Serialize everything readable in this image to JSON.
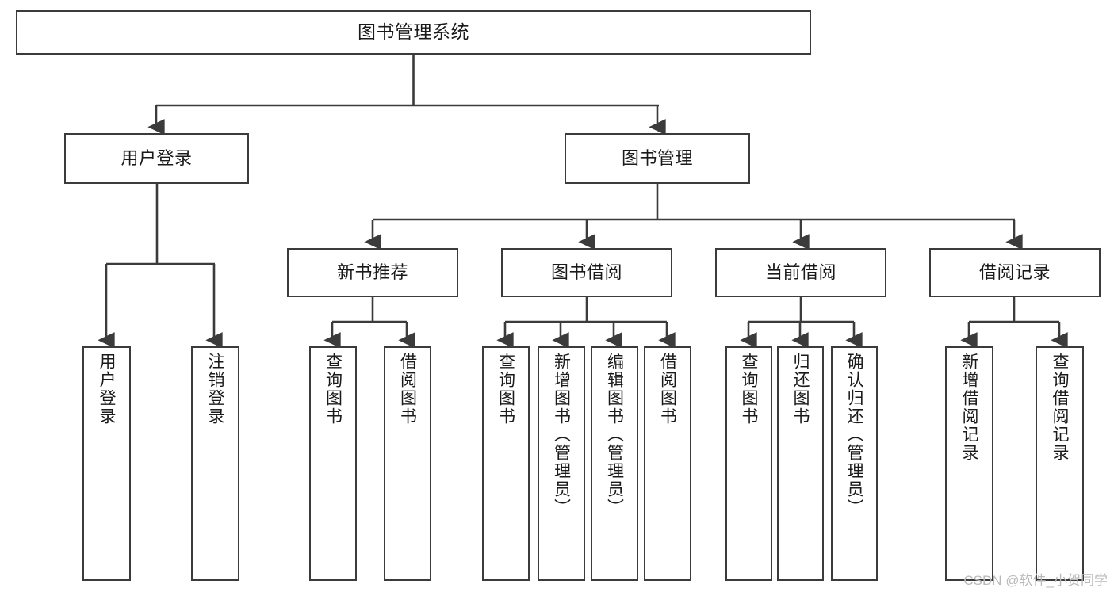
{
  "diagram": {
    "title": "图书管理系统",
    "type": "tree-hierarchy",
    "root": {
      "id": "root",
      "label": "图书管理系统"
    },
    "level2": [
      {
        "id": "user-login",
        "label": "用户登录"
      },
      {
        "id": "book-manage",
        "label": "图书管理"
      }
    ],
    "level3": [
      {
        "id": "new-book-recommend",
        "label": "新书推荐",
        "parent": "book-manage"
      },
      {
        "id": "book-borrow",
        "label": "图书借阅",
        "parent": "book-manage"
      },
      {
        "id": "current-borrow",
        "label": "当前借阅",
        "parent": "book-manage"
      },
      {
        "id": "borrow-record",
        "label": "借阅记录",
        "parent": "book-manage"
      }
    ],
    "leaves": [
      {
        "id": "leaf-user-login",
        "label": "用户登录",
        "parent": "user-login"
      },
      {
        "id": "leaf-logout-login",
        "label": "注销登录",
        "parent": "user-login"
      },
      {
        "id": "leaf-query-book-1",
        "label": "查询图书",
        "parent": "new-book-recommend"
      },
      {
        "id": "leaf-borrow-book-1",
        "label": "借阅图书",
        "parent": "new-book-recommend"
      },
      {
        "id": "leaf-query-book-2",
        "label": "查询图书",
        "parent": "book-borrow"
      },
      {
        "id": "leaf-add-book",
        "label": "新增图书（管理员）",
        "parent": "book-borrow"
      },
      {
        "id": "leaf-edit-book",
        "label": "编辑图书（管理员）",
        "parent": "book-borrow"
      },
      {
        "id": "leaf-borrow-book-2",
        "label": "借阅图书",
        "parent": "book-borrow"
      },
      {
        "id": "leaf-query-book-3",
        "label": "查询图书",
        "parent": "current-borrow"
      },
      {
        "id": "leaf-return-book",
        "label": "归还图书",
        "parent": "current-borrow"
      },
      {
        "id": "leaf-confirm-return",
        "label": "确认归还（管理员）",
        "parent": "current-borrow"
      },
      {
        "id": "leaf-add-record",
        "label": "新增借阅记录",
        "parent": "borrow-record"
      },
      {
        "id": "leaf-query-record",
        "label": "查询借阅记录",
        "parent": "borrow-record"
      }
    ],
    "colors": {
      "box_border": "#3b3b3b",
      "box_fill": "#ffffff",
      "connector": "#3b3b3b",
      "text": "#1a1a1a",
      "watermark": "#b9b9b9",
      "background": "#ffffff"
    }
  },
  "watermark": {
    "text": "CSDN @软件_小贺同学"
  }
}
